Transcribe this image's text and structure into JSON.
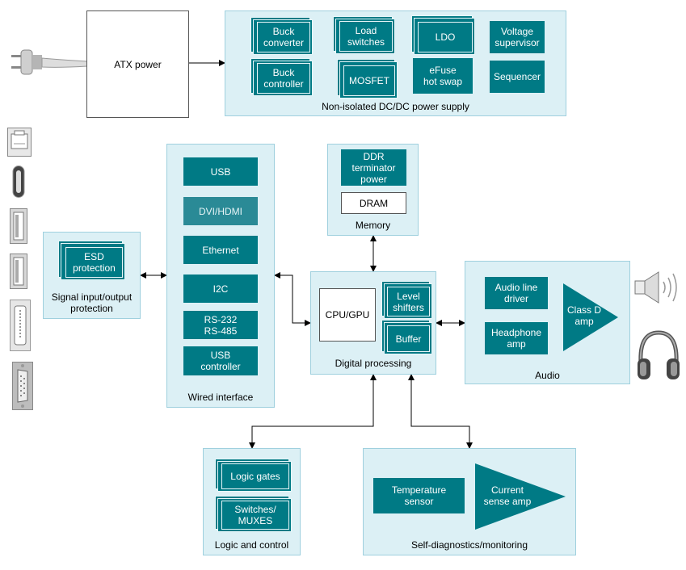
{
  "atx": {
    "label": "ATX power"
  },
  "power": {
    "title": "Non-isolated DC/DC power supply",
    "items": [
      "Buck\nconverter",
      "Buck\ncontroller",
      "Load\nswitches",
      "MOSFET",
      "LDO",
      "eFuse\nhot swap",
      "Voltage\nsupervisor",
      "Sequencer"
    ]
  },
  "signal": {
    "title": "Signal input/output\nprotection",
    "esd": "ESD\nprotection"
  },
  "wired": {
    "title": "Wired interface",
    "items": [
      "USB",
      "DVI/HDMI",
      "Ethernet",
      "I2C",
      "RS-232\nRS-485",
      "USB\ncontroller"
    ]
  },
  "memory": {
    "title": "Memory",
    "ddr": "DDR\nterminator\npower",
    "dram": "DRAM"
  },
  "digital": {
    "title": "Digital processing",
    "cpu": "CPU/GPU",
    "level": "Level\nshifters",
    "buffer": "Buffer"
  },
  "audio": {
    "title": "Audio",
    "line": "Audio line\ndriver",
    "headphone": "Headphone\namp",
    "classd": "Class D\namp"
  },
  "logic": {
    "title": "Logic and control",
    "gates": "Logic gates",
    "switches": "Switches/\nMUXES"
  },
  "diag": {
    "title": "Self-diagnostics/monitoring",
    "temp": "Temperature\nsensor",
    "current": "Current\nsense amp"
  },
  "icons": [
    "power-plug-icon",
    "ethernet-port-icon",
    "usb-c-port-icon",
    "usb-a-port-icon",
    "usb-a-port-icon",
    "dvi-port-icon",
    "vga-port-icon",
    "speaker-icon",
    "headphones-icon"
  ],
  "colors": {
    "block": "#007a85",
    "panel": "#dcf0f5",
    "panel_border": "#9fd0de"
  }
}
